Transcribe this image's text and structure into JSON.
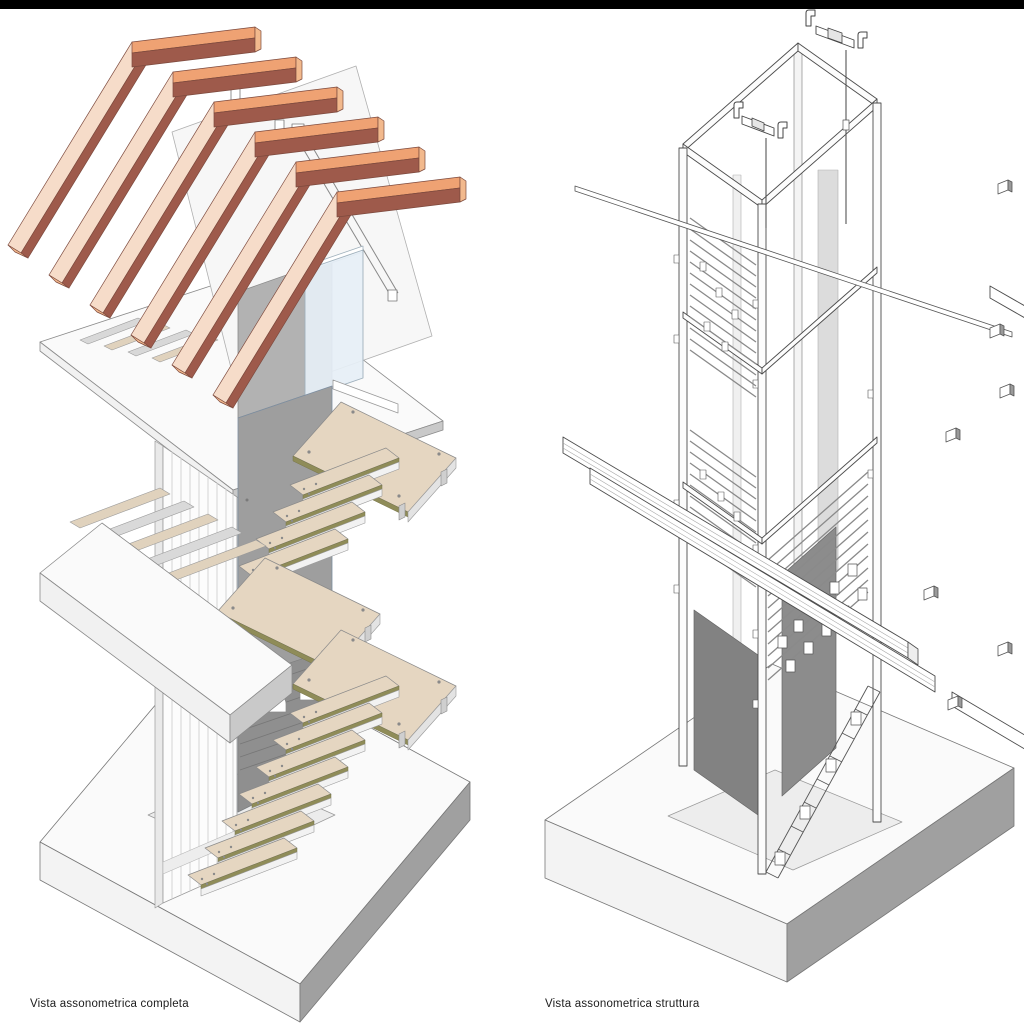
{
  "page": {
    "background": "#ffffff",
    "top_bar_color": "#000000"
  },
  "figures": {
    "left": {
      "caption": "Vista assonometrica completa",
      "parts": [
        "roof-rafters x6",
        "ridge-bracket",
        "tie-rods",
        "gable-cabin",
        "panel-wall",
        "glass-parapet",
        "upper-floor-slab",
        "shaft-wall",
        "shaft-column",
        "stair-landing x4",
        "stair-treads x11",
        "intermediate-slab-beam",
        "base-plinth"
      ]
    },
    "right": {
      "caption": "Vista assonometrica struttura",
      "parts": [
        "tower-frame",
        "corner-posts x4",
        "hanger-hooks x2",
        "suspension-rods x2",
        "rail-lattice-panels",
        "connector-plates",
        "stringer-channel-beams",
        "corner-clips",
        "base-plinth"
      ]
    }
  },
  "palette": {
    "topBar": "#000000",
    "rafterFront": "#9e5a4b",
    "rafterTop": "#efa273",
    "rafterSide": "#f6dcc9",
    "rafterEnd": "#f2b98d",
    "treadTop": "#e5d6c1",
    "treadEdge": "#8f8c58",
    "slabTop": "#fafafa",
    "slabSideLight": "#f1f1f1",
    "slabSideDark": "#c9c9c9",
    "baseSideDark": "#a0a0a0",
    "panelGray": "#b2b2b2",
    "shaftGray": "#9e9e9e",
    "shaftGrayDark": "#8f8f8f",
    "openingGray": "#828282",
    "glass": "#e6eff6",
    "whitePart": "#fcfcfc",
    "lineDark": "#4c4c4c",
    "lineMid": "#8a8a8a"
  }
}
